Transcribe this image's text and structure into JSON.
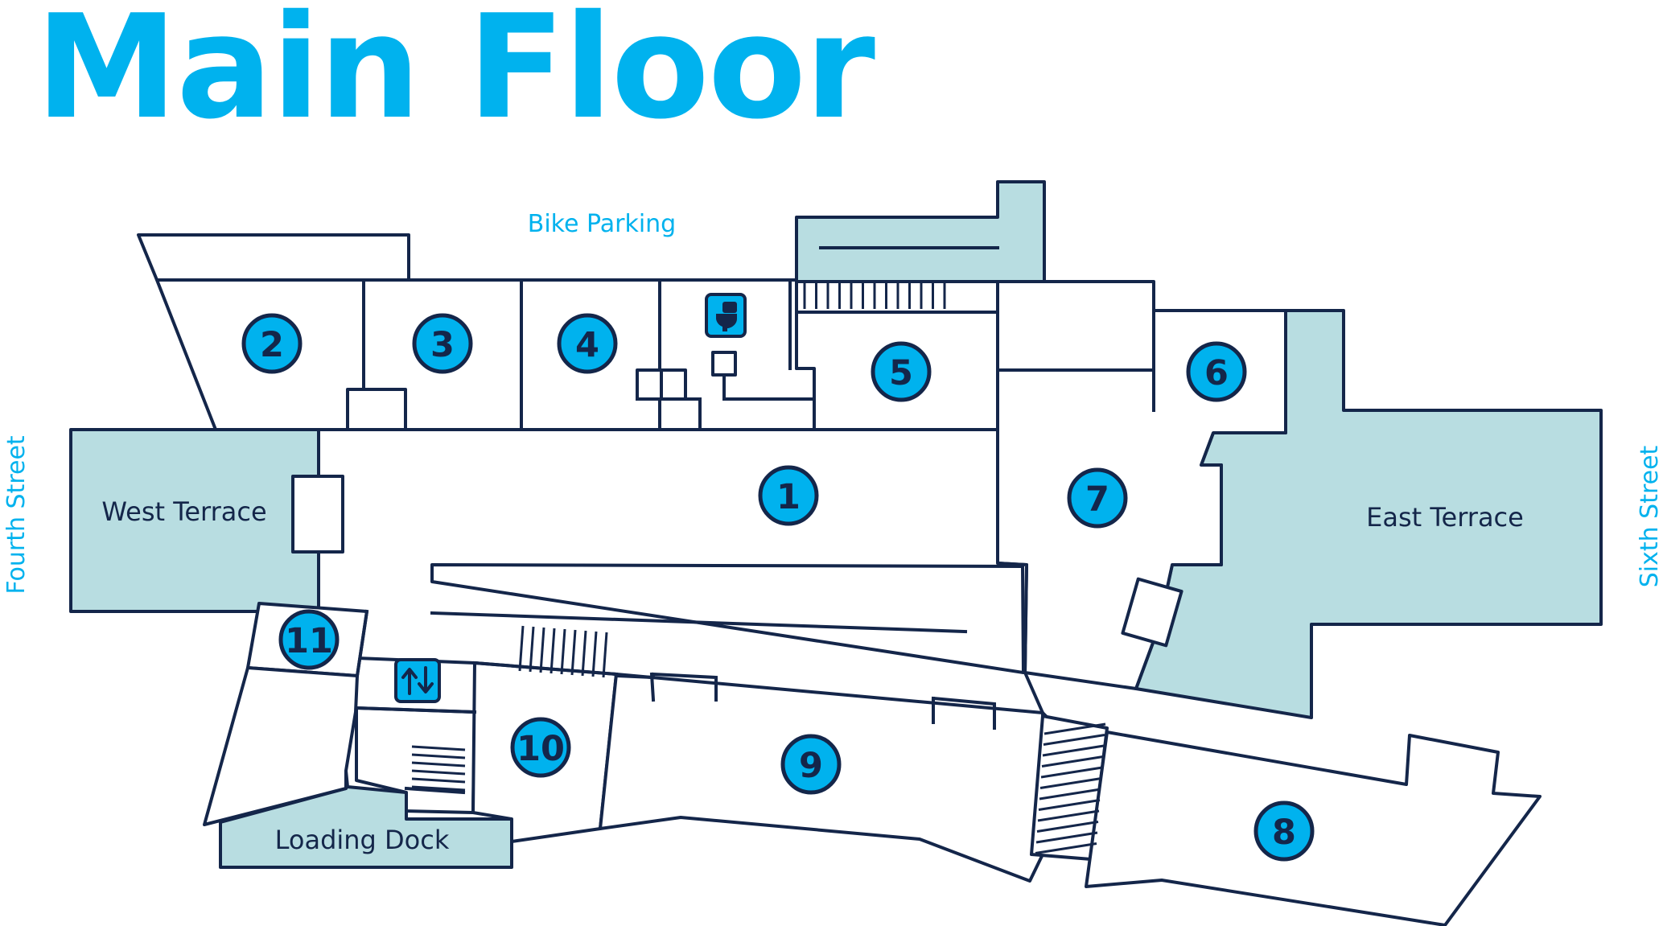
{
  "title": "Main Floor",
  "streets": {
    "north": "Bike Parking",
    "west": "Fourth Street",
    "east": "Sixth Street"
  },
  "areas": {
    "west_terrace": "West Terrace",
    "east_terrace": "East Terrace",
    "loading_dock": "Loading Dock"
  },
  "rooms": [
    "1",
    "2",
    "3",
    "4",
    "5",
    "6",
    "7",
    "8",
    "9",
    "10",
    "11"
  ],
  "icons": {
    "restroom": "restroom-icon",
    "elevator": "elevator-icon"
  },
  "colors": {
    "accent": "#00b2ee",
    "outline": "#14264a",
    "terrace": "#b8dde1",
    "background": "#ffffff"
  }
}
